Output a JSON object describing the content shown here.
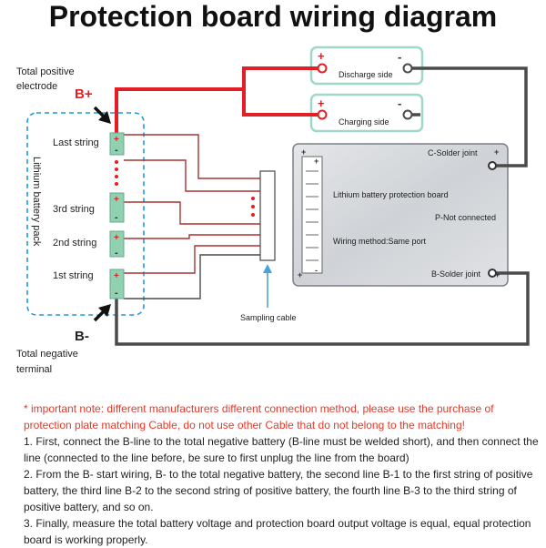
{
  "title": "Protection board wiring diagram",
  "labels": {
    "total_positive": [
      "Total positive",
      "electrode"
    ],
    "b_plus": "B+",
    "b_minus": "B-",
    "total_negative": [
      "Total negative",
      "terminal"
    ],
    "battery_pack": "Lithium battery pack",
    "strings": [
      "Last string",
      "3rd string",
      "2nd string",
      "1st string"
    ],
    "discharge_side": "Discharge side",
    "charging_side": "Charging side",
    "c_solder": "C-Solder joint",
    "board_name": "Lithium battery protection board",
    "p_not_connected": "P-Not connected",
    "wiring_method": "Wiring method:Same port",
    "b_solder": "B-Solder joint",
    "sampling_cable": "Sampling cable",
    "plus": "+",
    "minus": "-"
  },
  "colors": {
    "positive_wire": "#e31e24",
    "negative_wire": "#4a4a4a",
    "sample_wire": "#a83232",
    "cell_fill": "#8fd1b0",
    "box_border": "#9fd8c8",
    "dashed": "#1e9ad6",
    "board_fill": "#d9dbde",
    "arrow_blue": "#4aa3d8",
    "note_red": "#e23a2b"
  },
  "notes": {
    "important": "* important note: different manufacturers different connection method, please use the purchase of protection plate matching Cable, do not use other Cable that do not belong to the matching!",
    "steps": [
      "1. First, connect the B-line to the total negative battery (B-line must be welded short), and then connect the line (connected to the line before, be sure to first unplug the line from the board)",
      "2. From the B- start wiring, B- to the total negative battery, the second line B-1 to the first string of positive battery, the third line B-2 to the second string of positive battery, the fourth line B-3 to the third string of positive battery, and so on.",
      "3. Finally, measure the total battery voltage and protection board output voltage is equal, equal protection board is working properly."
    ]
  }
}
